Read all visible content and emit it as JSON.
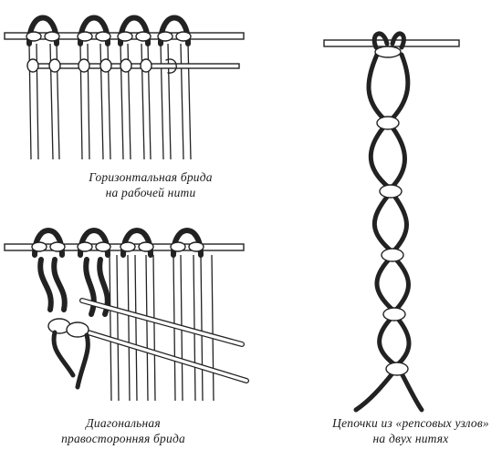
{
  "captions": {
    "horizontal": {
      "line1": "Горизонтальная брида",
      "line2": "на рабочей нити"
    },
    "diagonal": {
      "line1": "Диагональная",
      "line2": "правосторонняя брида"
    },
    "chain": {
      "line1": "Цепочки из «репсовых узлов»",
      "line2": "на двух нитях"
    }
  },
  "colors": {
    "ink": "#222222",
    "paper": "#ffffff"
  }
}
